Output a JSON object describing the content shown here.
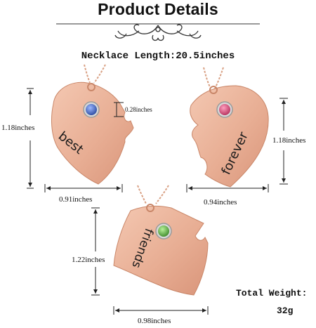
{
  "header": {
    "title": "Product Details"
  },
  "necklace_length": "Necklace Length:20.5inches",
  "pieces": {
    "best": {
      "engraving": "best",
      "height": "1.18inches",
      "width": "0.91inches",
      "stone": "0.28inches",
      "stone_color": "#3b5fb8"
    },
    "forever": {
      "engraving": "forever",
      "height": "1.18inches",
      "width": "0.94inches",
      "stone_color": "#d44f7a"
    },
    "friends": {
      "engraving": "friends",
      "height": "1.22inches",
      "width": "0.98inches",
      "stone_color": "#5fb04a"
    }
  },
  "total_weight": {
    "label": "Total Weight:",
    "value": "32g"
  },
  "colors": {
    "rose_gold": "#e9b39a",
    "rose_gold_dark": "#d89478",
    "line": "#222222"
  }
}
